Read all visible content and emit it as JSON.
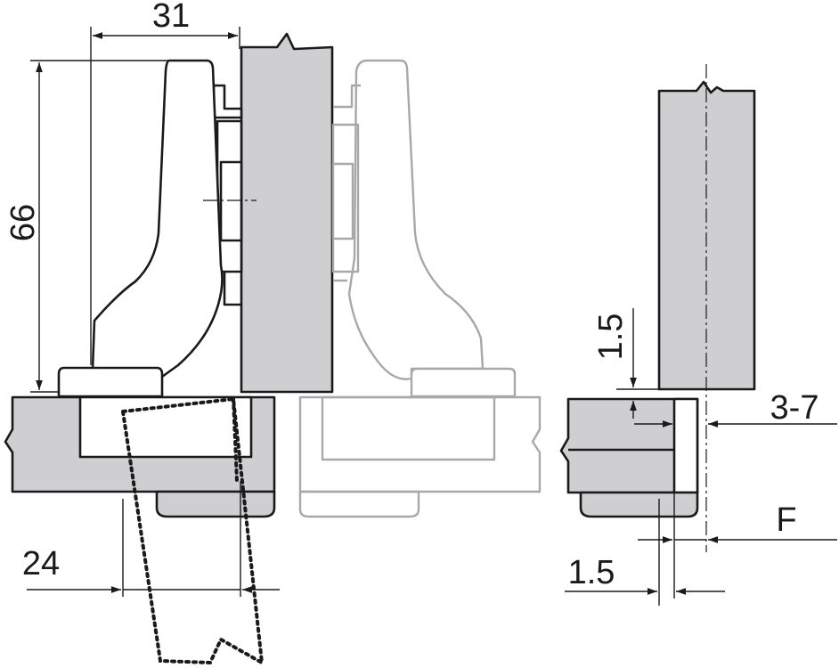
{
  "diagram": {
    "dimensions": {
      "width_top": "31",
      "height_left": "66",
      "offset_bottom": "24",
      "gap_right": "1.5",
      "overlay_right": "3-7",
      "bottom_right": "1.5",
      "label_f": "F"
    },
    "colors": {
      "ink": "#1a1a1a",
      "panel_fill": "#cfcfd1",
      "ghost_line": "#a8a8a8",
      "background": "#ffffff"
    }
  }
}
